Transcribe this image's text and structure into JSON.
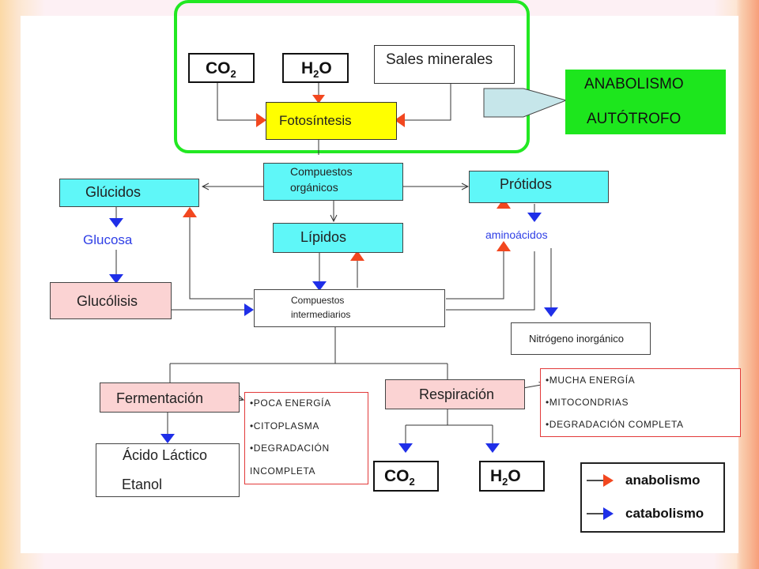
{
  "top_inputs": {
    "co2": {
      "main": "CO",
      "sub": "2"
    },
    "h2o": {
      "pre": "H",
      "sub": "2",
      "post": "O"
    },
    "sales": "Sales minerales"
  },
  "fotosintesis": "Fotosíntesis",
  "callout": {
    "line1": "ANABOLISMO",
    "line2": "AUTÓTROFO"
  },
  "compuestos_organicos": {
    "line1": "Compuestos",
    "line2": "orgánicos"
  },
  "glucidos": "Glúcidos",
  "protidos": "Prótidos",
  "glucosa": "Glucosa",
  "lipidos": "Lípidos",
  "aminoacidos": "aminoácidos",
  "glucolisis": "Glucólisis",
  "compuestos_intermediarios": {
    "line1": "Compuestos",
    "line2": "intermediarios"
  },
  "nitrogeno": "Nitrógeno inorgánico",
  "fermentacion": "Fermentación",
  "respiracion": "Respiración",
  "fermentacion_notes": [
    "•POCA ENERGÍA",
    "•CITOPLASMA",
    "•DEGRADACIÓN",
    "INCOMPLETA"
  ],
  "respiracion_notes": [
    "•MUCHA ENERGÍA",
    "•MITOCONDRIAS",
    "•DEGRADACIÓN COMPLETA"
  ],
  "acido": {
    "line1": "Ácido Láctico",
    "line2": "Etanol"
  },
  "bottom_outputs": {
    "co2": {
      "main": "CO",
      "sub": "2"
    },
    "h2o": {
      "pre": "H",
      "sub": "2",
      "post": "O"
    }
  },
  "legend": {
    "anabolismo": "anabolismo",
    "catabolismo": "catabolismo"
  },
  "colors": {
    "anabolism_arrow": "#f2471f",
    "catabolism_arrow": "#1f2fe8",
    "cyan_box": "#5ff7f8",
    "pink_box": "#fbd3d3",
    "yellow_box": "#ffff00",
    "green_callout": "#1de61d",
    "frame_green": "#22e822"
  }
}
